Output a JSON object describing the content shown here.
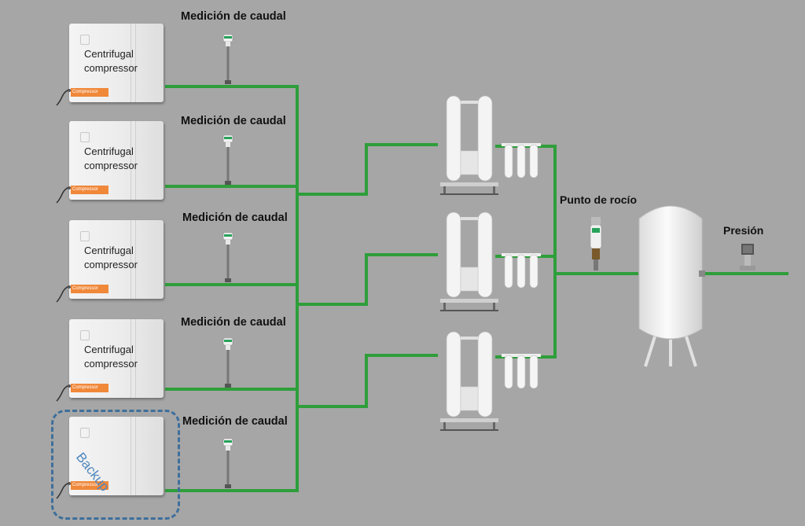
{
  "compressors": [
    {
      "label": "Centrifugal compressor",
      "badge": "Compressor"
    },
    {
      "label": "Centrifugal compressor",
      "badge": "Compressor"
    },
    {
      "label": "Centrifugal compressor",
      "badge": "Compressor"
    },
    {
      "label": "Centrifugal compressor",
      "badge": "Compressor"
    },
    {
      "label": "",
      "badge": "Compressor"
    }
  ],
  "backup_label": "Backup",
  "flow_labels": [
    "Medición de caudal",
    "Medición de caudal",
    "Medición de caudal",
    "Medición de caudal",
    "Medición de caudal"
  ],
  "dew_point_label": "Punto de rocío",
  "pressure_label": "Presión",
  "colors": {
    "background": "#a6a6a6",
    "pipe": "#2e9e3a",
    "backup_border": "#3e6f9c",
    "badge": "#f0883a",
    "sensor_accent": "#27a35a"
  }
}
